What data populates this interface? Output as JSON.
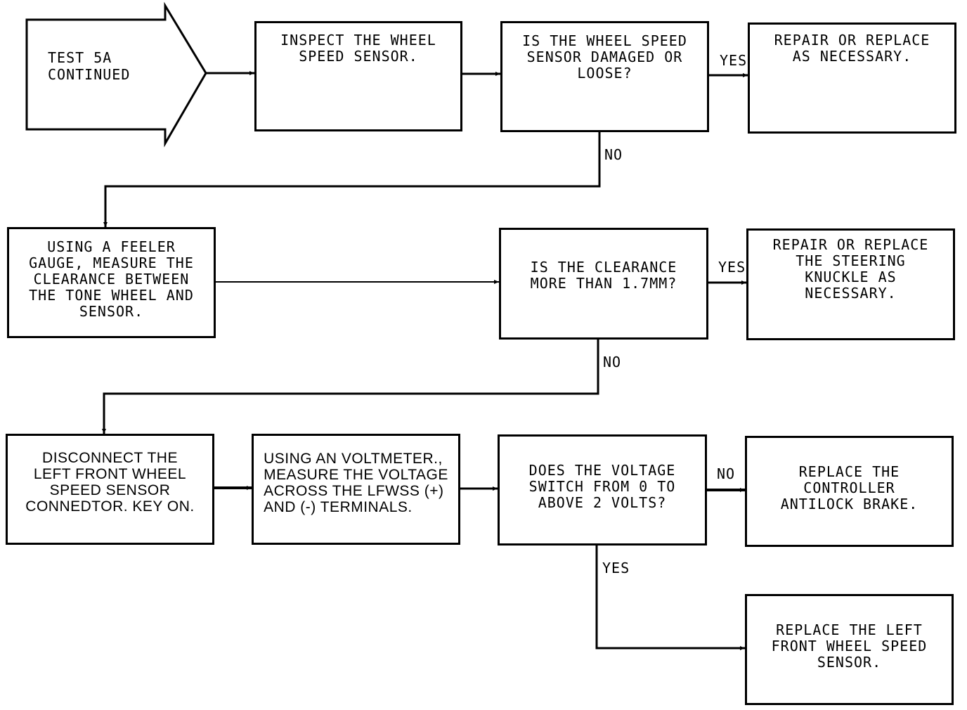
{
  "start": {
    "text": "TEST 5A\nCONTINUED"
  },
  "boxes": {
    "inspect_sensor": "INSPECT THE WHEEL\nSPEED SENSOR.",
    "sensor_damaged_question": "IS THE WHEEL SPEED\nSENSOR DAMAGED OR\nLOOSE?",
    "repair_replace": "REPAIR OR REPLACE\nAS NECESSARY.",
    "measure_clearance": "USING A FEELER\nGAUGE, MEASURE THE\nCLEARANCE BETWEEN\nTHE TONE WHEEL AND\nSENSOR.",
    "clearance_question": "IS THE CLEARANCE\nMORE THAN 1.7MM?",
    "repair_knuckle": "REPAIR OR REPLACE\nTHE STEERING\nKNUCKLE AS\nNECESSARY.",
    "disconnect_connector": "DISCONNECT THE\nLEFT FRONT WHEEL\nSPEED SENSOR\nCONNEDTOR. KEY ON.",
    "measure_voltage": "USING AN VOLTMETER.,\nMEASURE THE VOLTAGE\nACROSS THE LFWSS (+)\nAND (-)  TERMINALS.",
    "voltage_question": "DOES THE VOLTAGE\nSWITCH FROM 0 TO\nABOVE 2 VOLTS?",
    "replace_controller": "REPLACE THE\nCONTROLLER\nANTILOCK BRAKE.",
    "replace_sensor": "REPLACE THE LEFT\nFRONT WHEEL SPEED\nSENSOR."
  },
  "labels": {
    "yes_1": "YES",
    "no_1": "NO",
    "yes_2": "YES",
    "no_2": "NO",
    "no_3": "NO",
    "yes_3": "YES"
  }
}
